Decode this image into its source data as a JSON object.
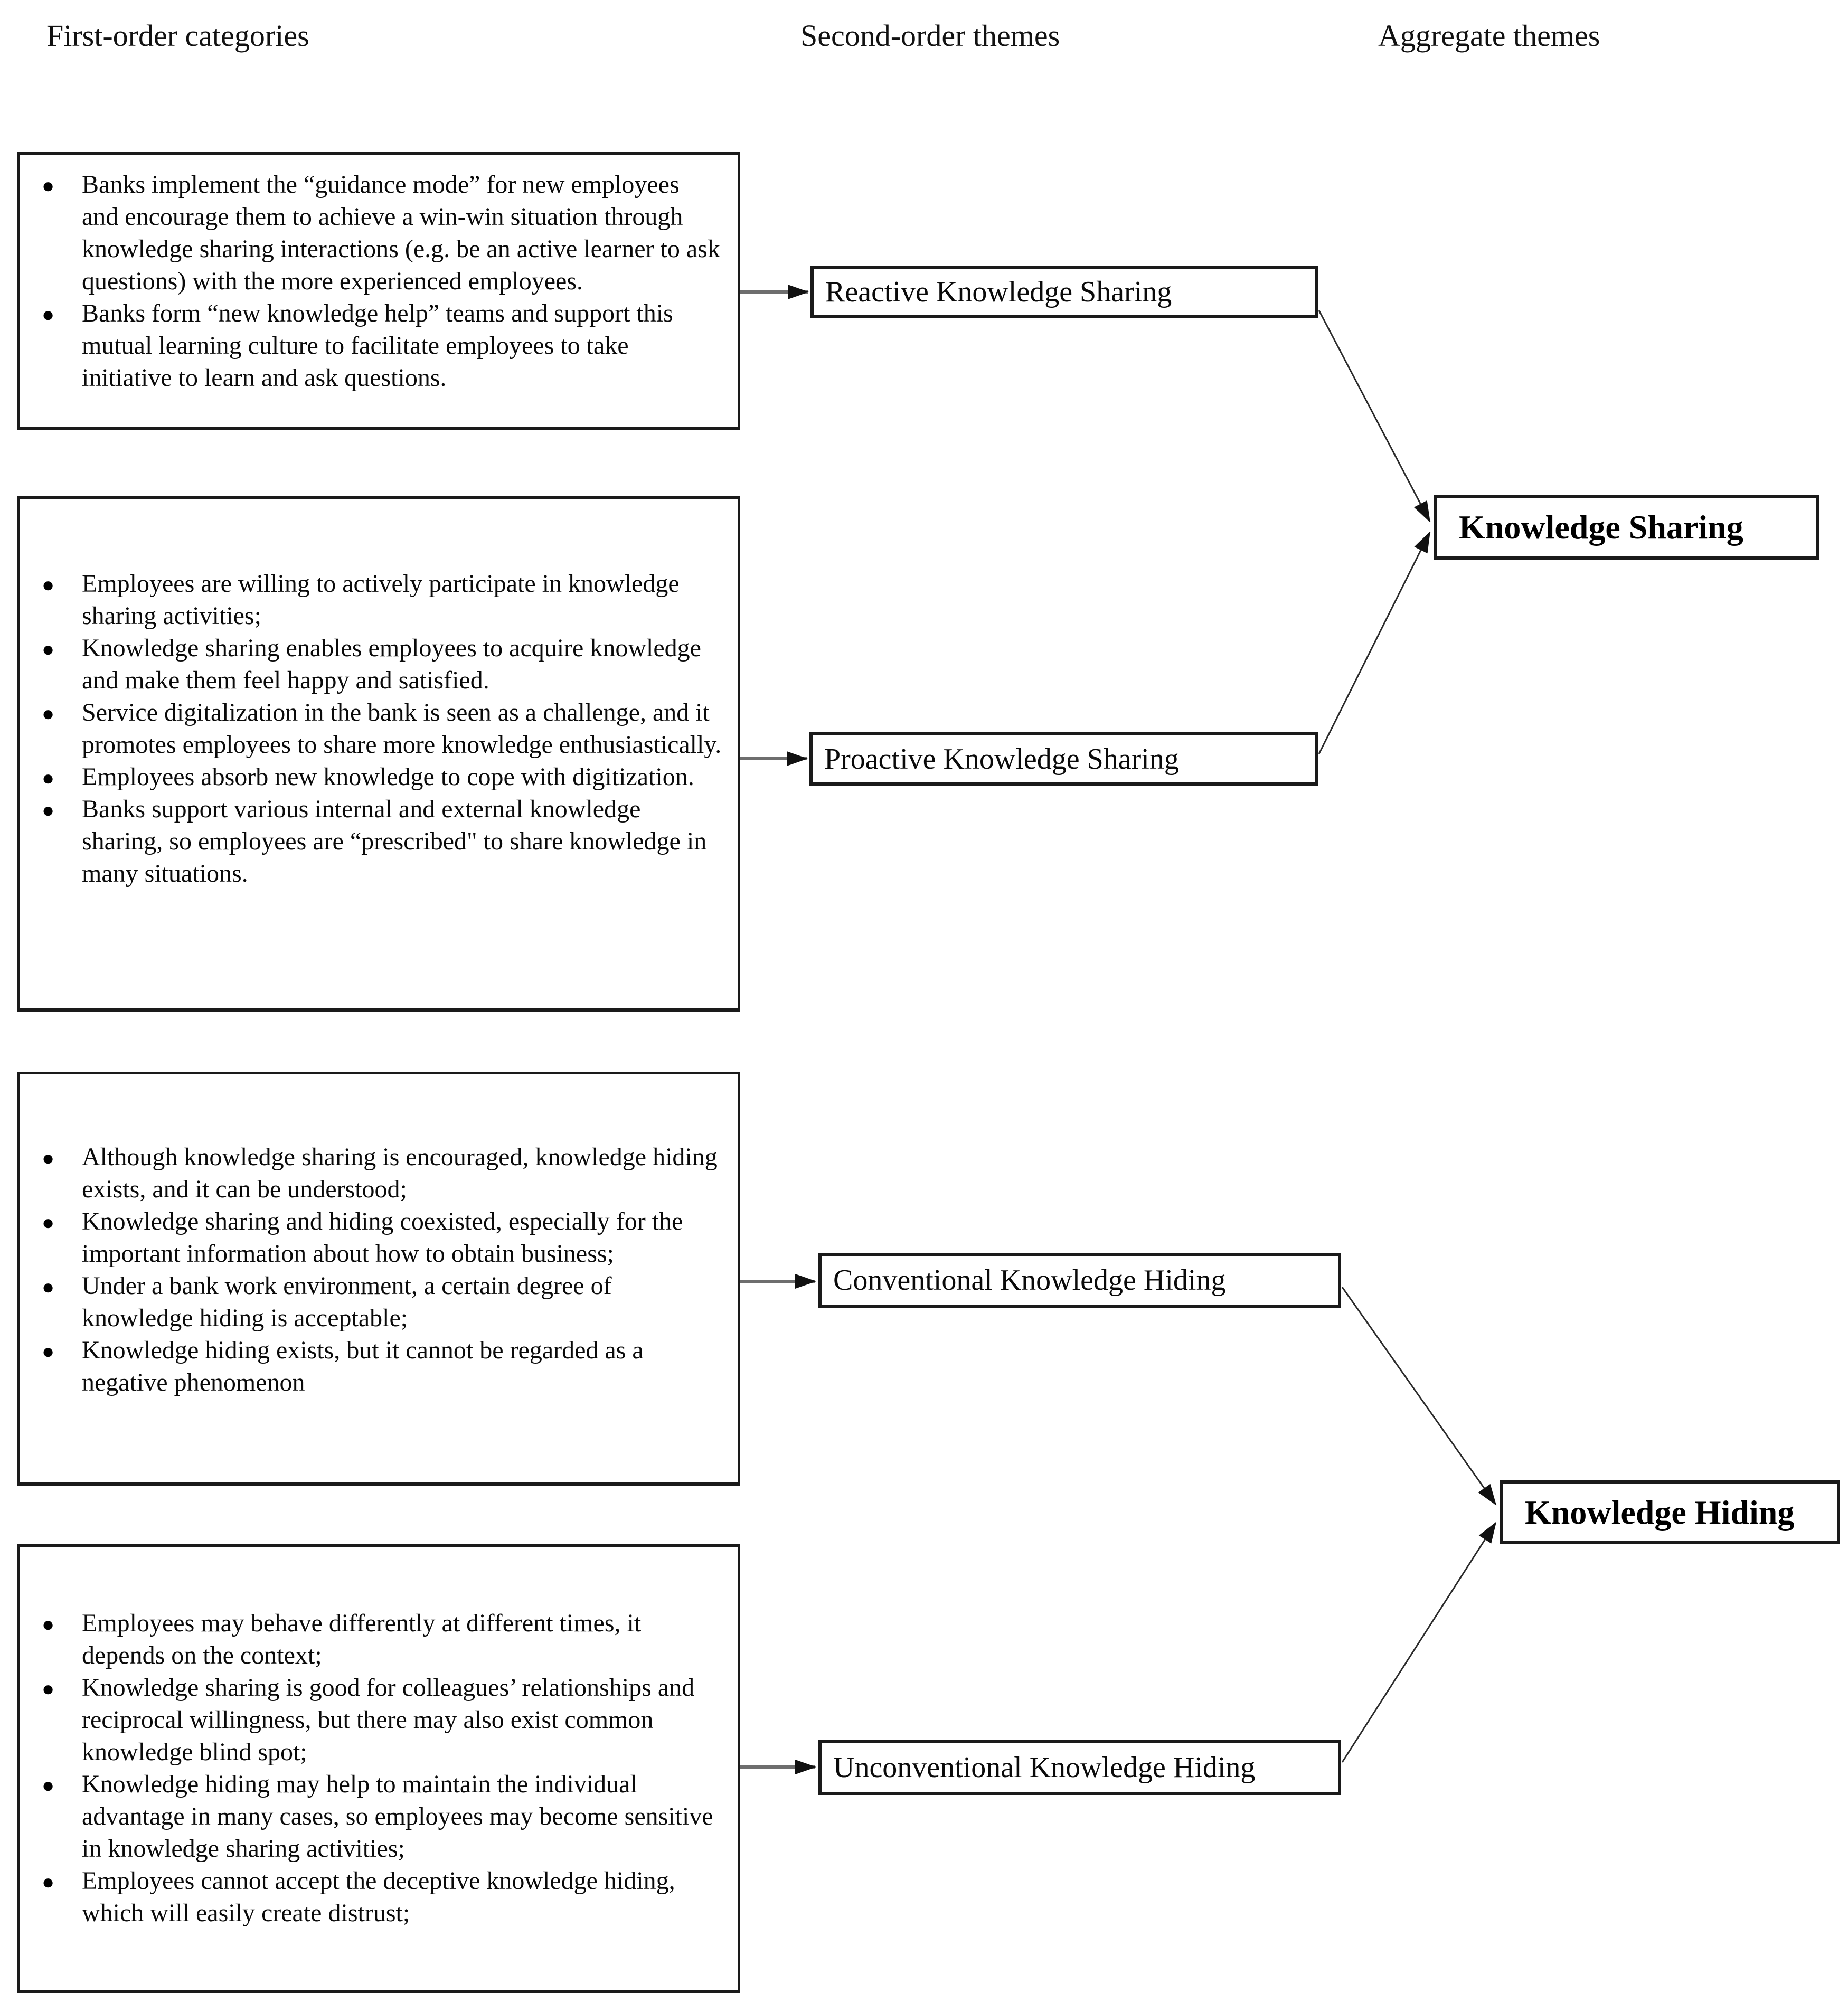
{
  "headers": {
    "col1": "First-order categories",
    "col2": "Second-order themes",
    "col3": "Aggregate themes"
  },
  "glyphs": {
    "bullet": "●"
  },
  "first_order": {
    "box1": {
      "items": [
        "Banks implement the “guidance mode” for new employees and encourage them to achieve a win-win situation through knowledge sharing interactions (e.g. be an active learner to ask questions) with the more experienced employees.",
        "Banks form “new knowledge help” teams and support this mutual learning culture to facilitate employees to take initiative to learn and ask questions."
      ]
    },
    "box2": {
      "items": [
        "Employees are willing to actively participate in knowledge sharing activities;",
        "Knowledge sharing enables employees to acquire knowledge and make them feel happy and satisfied.",
        "Service digitalization in the bank is seen as a challenge, and it promotes employees to share more knowledge enthusiastically.",
        "Employees absorb new knowledge to cope with digitization.",
        "Banks support various internal and external knowledge sharing, so employees are “prescribed\" to share knowledge in many situations."
      ]
    },
    "box3": {
      "items": [
        "Although knowledge sharing is encouraged, knowledge hiding exists, and it can be understood;",
        "Knowledge sharing and hiding coexisted, especially for the important information about how to obtain business;",
        "Under a bank work environment, a certain degree of knowledge hiding is acceptable;",
        "Knowledge hiding exists, but it cannot be regarded as a negative phenomenon"
      ]
    },
    "box4": {
      "items": [
        "Employees may behave differently at different times, it depends on the context;",
        "Knowledge sharing is good for colleagues’ relationships and reciprocal willingness, but there may also exist common knowledge blind spot;",
        "Knowledge hiding may help to maintain the individual advantage in many cases, so employees may become sensitive in knowledge sharing activities;",
        "Employees cannot accept the deceptive knowledge hiding, which will easily create distrust;"
      ]
    }
  },
  "second_order": {
    "reactive": "Reactive Knowledge Sharing",
    "proactive": "Proactive Knowledge Sharing",
    "conventional": "Conventional Knowledge Hiding",
    "unconventional": "Unconventional Knowledge Hiding"
  },
  "aggregate": {
    "sharing": "Knowledge Sharing",
    "hiding": "Knowledge Hiding"
  },
  "colors": {
    "box_border": "#1a1a1a",
    "connector_diagonal": "#2b2b2b",
    "connector_horizontal": "#6e6e6e",
    "arrow_fill": "#111111",
    "background": "#ffffff",
    "text": "#000000"
  }
}
